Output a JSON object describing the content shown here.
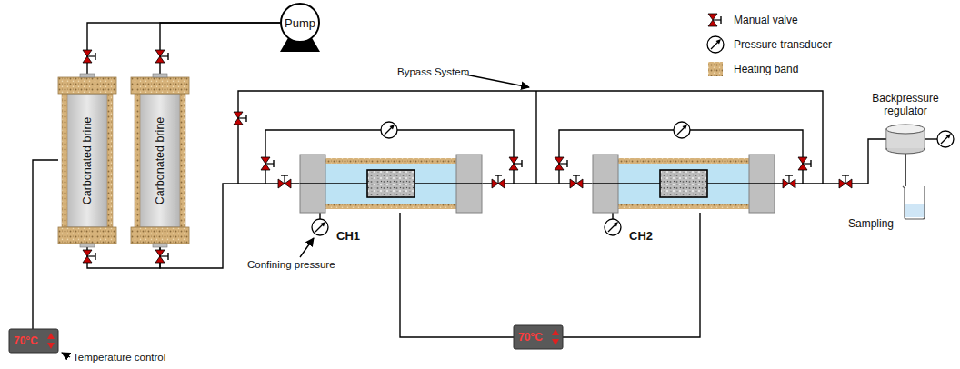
{
  "diagram": {
    "nodes": [
      {
        "text": [
          "Pump"
        ]
      },
      {
        "text": [
          "Carbonated brine"
        ]
      },
      {
        "text": [
          "Carbonated brine"
        ]
      },
      {
        "text": [
          "70°C"
        ]
      },
      {
        "text": [
          "CH1"
        ]
      },
      {
        "text": [
          "70°C"
        ]
      },
      {
        "text": [
          "CH2"
        ]
      },
      {
        "text": [
          "Backpressure regulator"
        ]
      },
      {
        "text": [
          "Sampling"
        ]
      }
    ],
    "edges": [
      {
        "from": 0,
        "to": 1,
        "arrow": "none"
      },
      {
        "from": 0,
        "to": 2,
        "arrow": "none"
      },
      {
        "from": 1,
        "to": 2,
        "arrow": "none"
      },
      {
        "from": 2,
        "to": 4,
        "arrow": "none"
      },
      {
        "from": 3,
        "to": 1,
        "arrow": "none"
      },
      {
        "from": 4,
        "to": 6,
        "arrow": "none"
      },
      {
        "from": 5,
        "to": 4,
        "arrow": "none"
      },
      {
        "from": 5,
        "to": 6,
        "arrow": "none"
      },
      {
        "from": 6,
        "to": 7,
        "arrow": "none"
      },
      {
        "from": 7,
        "to": 8,
        "arrow": "none"
      }
    ],
    "labels": [
      "Bypass System",
      "Confining pressure",
      "Temperature control"
    ],
    "legend": [
      {
        "text": "Manual valve"
      },
      {
        "text": "Pressure transducer"
      },
      {
        "text": "Heating band"
      }
    ]
  }
}
